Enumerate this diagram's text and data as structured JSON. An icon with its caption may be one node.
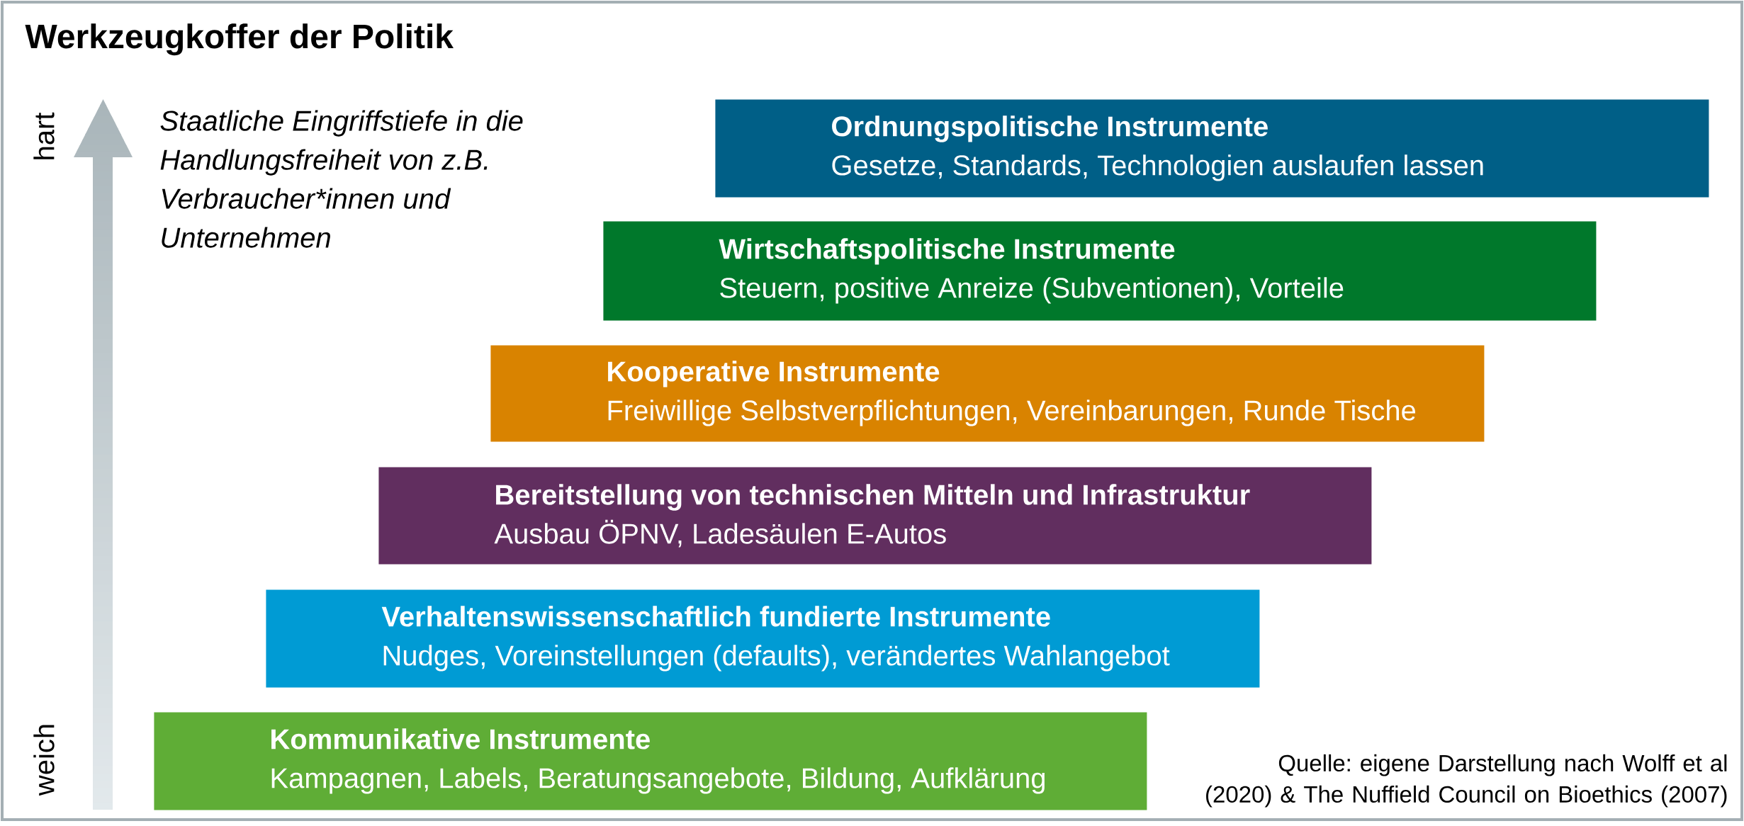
{
  "diagram": {
    "title": "Werkzeugkoffer der Politik",
    "nodes": [
      {
        "text": [
          "Ordnungspolitische Instrumente",
          "Gesetze, Standards, Technologien auslaufen lassen"
        ]
      },
      {
        "text": [
          "Wirtschaftspolitische Instrumente",
          "Steuern, positive Anreize (Subventionen), Vorteile"
        ]
      },
      {
        "text": [
          "Kooperative Instrumente",
          "Freiwillige Selbstverpflichtungen, Vereinbarungen, Runde Tische"
        ]
      },
      {
        "text": [
          "Bereitstellung von technischen Mitteln und Infrastruktur",
          "Ausbau ÖPNV, Ladesäulen E-Autos"
        ]
      },
      {
        "text": [
          "Verhaltenswissenschaftlich fundierte Instrumente",
          "Nudges, Voreinstellungen (defaults), verändertes Wahlangebot"
        ]
      },
      {
        "text": [
          "Kommunikative Instrumente",
          "Kampagnen, Labels, Beratungsangebote, Bildung, Aufklärung"
        ]
      }
    ],
    "labels": [
      "hart",
      "Staatliche Eingriffstiefe in die Handlungsfreiheit von z.B. Verbraucher*innen und Unternehmen",
      "weich",
      "Quelle: eigene Darstellung nach Wolff et al (2020) & The Nuffield Council on Bioethics (2007)"
    ]
  }
}
